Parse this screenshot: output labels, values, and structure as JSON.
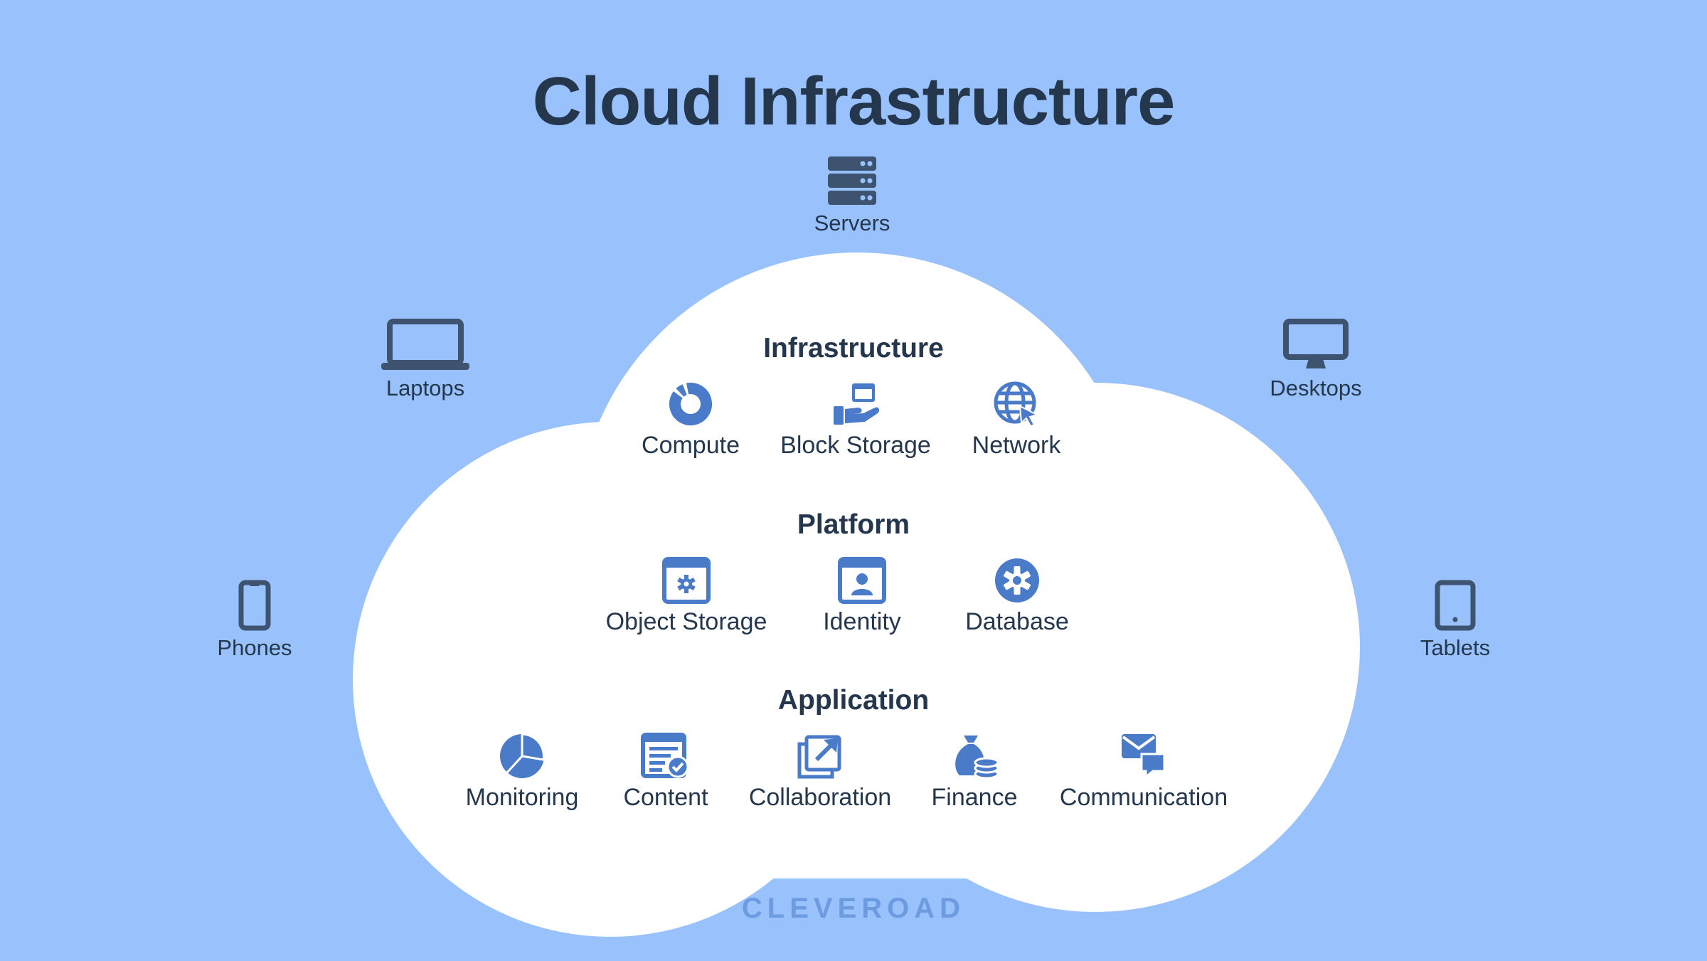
{
  "title": "Cloud Infrastructure",
  "colors": {
    "background": "#99c2fd",
    "cloud": "#ffffff",
    "text": "#24374d",
    "icon_blue": "#4a7bc8",
    "icon_dark": "#3d5370",
    "brand": "#6d9be0"
  },
  "devices": [
    {
      "label": "Servers",
      "icon": "server-icon"
    },
    {
      "label": "Laptops",
      "icon": "laptop-icon"
    },
    {
      "label": "Desktops",
      "icon": "desktop-icon"
    },
    {
      "label": "Phones",
      "icon": "phone-icon"
    },
    {
      "label": "Tablets",
      "icon": "tablet-icon"
    }
  ],
  "sections": [
    {
      "title": "Infrastructure",
      "items": [
        {
          "label": "Compute",
          "icon": "donut-chart-icon"
        },
        {
          "label": "Block Storage",
          "icon": "hand-storage-icon"
        },
        {
          "label": "Network",
          "icon": "globe-cursor-icon"
        }
      ]
    },
    {
      "title": "Platform",
      "items": [
        {
          "label": "Object Storage",
          "icon": "window-gear-icon"
        },
        {
          "label": "Identity",
          "icon": "window-user-icon"
        },
        {
          "label": "Database",
          "icon": "gear-icon"
        }
      ]
    },
    {
      "title": "Application",
      "items": [
        {
          "label": "Monitoring",
          "icon": "pie-chart-icon"
        },
        {
          "label": "Content",
          "icon": "document-check-icon"
        },
        {
          "label": "Collaboration",
          "icon": "share-window-icon"
        },
        {
          "label": "Finance",
          "icon": "money-bag-coins-icon"
        },
        {
          "label": "Communication",
          "icon": "chat-envelope-icon"
        }
      ]
    }
  ],
  "brand": "CLEVEROAD"
}
